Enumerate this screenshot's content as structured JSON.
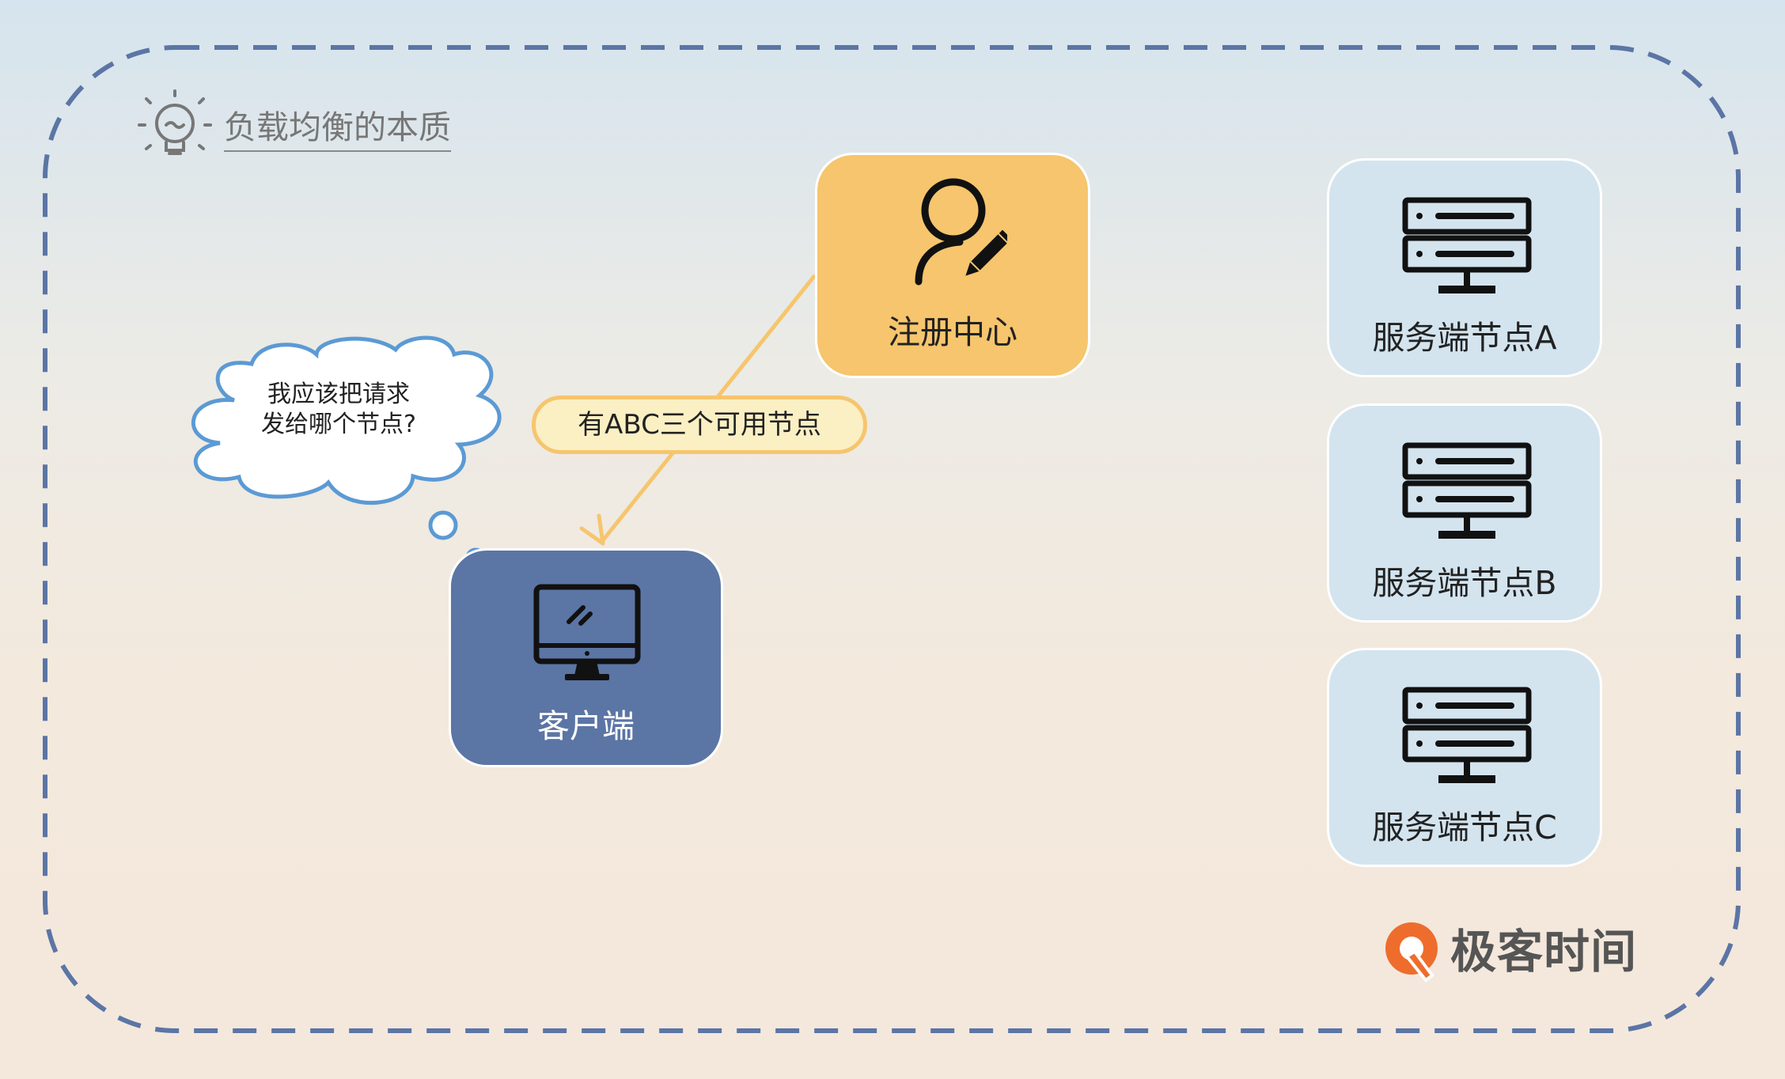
{
  "diagram": {
    "title": "负载均衡的本质",
    "nodes": {
      "registry": {
        "label": "注册中心",
        "icon": "user-edit-icon",
        "color": "#f6c56d"
      },
      "client": {
        "label": "客户端",
        "icon": "monitor-icon",
        "color": "#5b75a5"
      },
      "servers": [
        {
          "label": "服务端节点A",
          "icon": "server-icon"
        },
        {
          "label": "服务端节点B",
          "icon": "server-icon"
        },
        {
          "label": "服务端节点C",
          "icon": "server-icon"
        }
      ]
    },
    "edges": [
      {
        "from": "registry",
        "to": "client",
        "label": "有ABC三个可用节点",
        "color": "#f6c56d"
      }
    ],
    "thought": {
      "line1": "我应该把请求",
      "line2": "发给哪个节点?"
    },
    "brand": {
      "text": "极客时间",
      "color": "#ee6d2c"
    },
    "colors": {
      "border": "#5b75a5",
      "server_fill": "#d3e4ef",
      "thought_outline": "#5b9ad4"
    }
  }
}
